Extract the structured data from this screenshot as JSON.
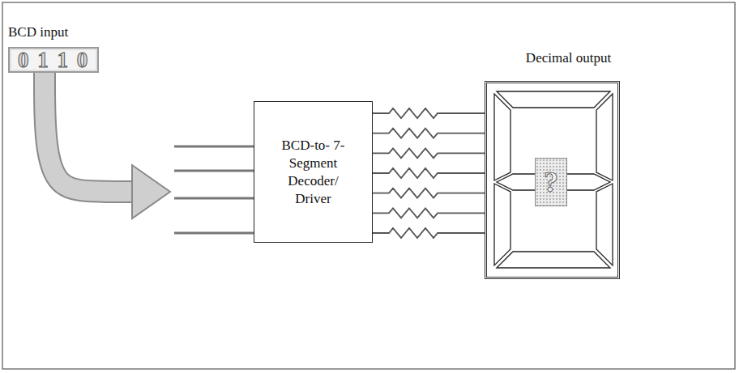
{
  "diagram": {
    "nodes": [
      {
        "text": [
          "BCD input",
          "0 1 1 0"
        ]
      },
      {
        "text": [
          "BCD-to- 7-Segment Decoder/ Driver"
        ]
      },
      {
        "text": [
          "Decimal output"
        ]
      },
      {
        "text": [
          "?"
        ],
        "in": 2
      }
    ],
    "edges": [
      {
        "from": 0,
        "to": 1,
        "arrow": "to"
      },
      {
        "from": 1,
        "to": 2,
        "arrow": "none"
      }
    ]
  }
}
